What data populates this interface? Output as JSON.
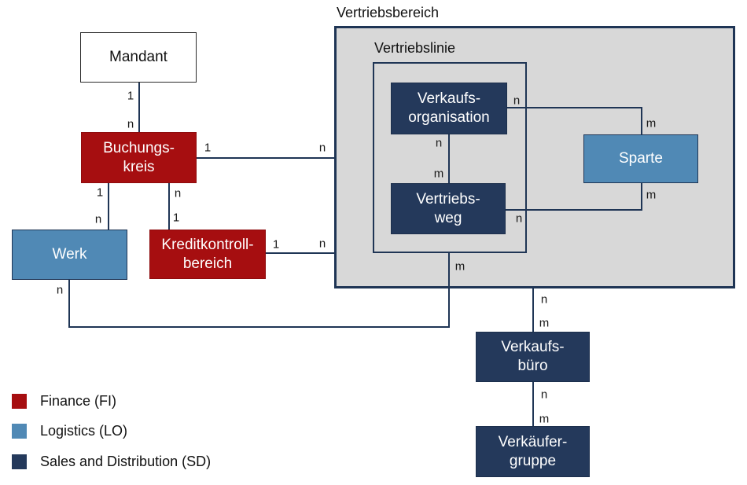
{
  "colors": {
    "finance_red": "#A60E10",
    "logistics_blue": "#5089B5",
    "sd_navy": "#24395B",
    "area_gray": "#D8D8D8",
    "line_navy": "#1F3555"
  },
  "areas": {
    "vertriebsbereich": {
      "label": "Vertriebsbereich"
    },
    "vertriebslinie": {
      "label": "Vertriebslinie"
    }
  },
  "entities": {
    "mandant": {
      "label": "Mandant",
      "module": "neutral"
    },
    "buchungskreis": {
      "line1": "Buchungs-",
      "line2": "kreis",
      "module": "FI"
    },
    "werk": {
      "label": "Werk",
      "module": "LO"
    },
    "kreditkontrollbereich": {
      "line1": "Kreditkontroll-",
      "line2": "bereich",
      "module": "FI"
    },
    "verkaufsorganisation": {
      "line1": "Verkaufs-",
      "line2": "organisation",
      "module": "SD"
    },
    "vertriebsweg": {
      "line1": "Vertriebs-",
      "line2": "weg",
      "module": "SD"
    },
    "sparte": {
      "label": "Sparte",
      "module": "LO"
    },
    "verkaufsbuero": {
      "line1": "Verkaufs-",
      "line2": "büro",
      "module": "SD"
    },
    "verkaeufergruppe": {
      "line1": "Verkäufer-",
      "line2": "gruppe",
      "module": "SD"
    }
  },
  "cardinalities": {
    "mandant_bk_1": "1",
    "mandant_bk_n": "n",
    "bk_vb_1": "1",
    "bk_vb_n": "n",
    "bk_werk_1": "1",
    "bk_werk_n": "n",
    "bk_kkb_n": "n",
    "bk_kkb_1": "1",
    "kkb_vb_1": "1",
    "kkb_vb_n": "n",
    "werk_vl_n": "n",
    "vorg_sparte_n": "n",
    "vorg_sparte_m": "m",
    "vorg_vweg_n": "n",
    "vorg_vweg_m": "m",
    "vweg_sparte_m": "m",
    "vweg_sparte_n": "n",
    "vl_werk_m": "m",
    "vb_vbuero_n": "n",
    "vb_vbuero_m": "m",
    "vbuero_vgruppe_n": "n",
    "vbuero_vgruppe_m": "m"
  },
  "legend": {
    "items": [
      {
        "label": "Finance (FI)",
        "color": "#A60E10"
      },
      {
        "label": "Logistics (LO)",
        "color": "#5089B5"
      },
      {
        "label": "Sales and Distribution (SD)",
        "color": "#24395B"
      }
    ]
  }
}
